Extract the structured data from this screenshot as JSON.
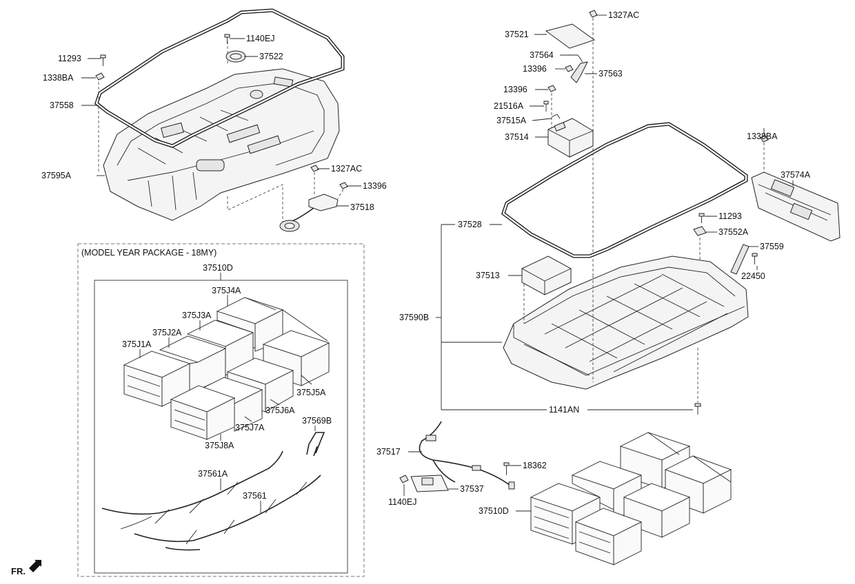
{
  "callouts": {
    "c11293_left": "11293",
    "c1338BA_left": "1338BA",
    "c37558": "37558",
    "c37595A": "37595A",
    "c1140EJ_top": "1140EJ",
    "c37522": "37522",
    "c1327AC_mid": "1327AC",
    "c13396_mid": "13396",
    "c37518": "37518",
    "c1327AC_top": "1327AC",
    "c37521": "37521",
    "c37564": "37564",
    "c13396_a": "13396",
    "c37563": "37563",
    "c13396_b": "13396",
    "c21516A": "21516A",
    "c37515A": "37515A",
    "c37514": "37514",
    "c1338BA_right": "1338BA",
    "c37574A": "37574A",
    "c37528": "37528",
    "c11293_right": "11293",
    "c37552A": "37552A",
    "c37559": "37559",
    "c22450": "22450",
    "c37513": "37513",
    "c37590B": "37590B",
    "c1141AN": "1141AN",
    "c37517": "37517",
    "c18362": "18362",
    "c1140EJ_bottom": "1140EJ",
    "c37537": "37537",
    "c37510D_bottom": "37510D"
  },
  "package_box": {
    "title": "(MODEL YEAR PACKAGE - 18MY)",
    "c37510D": "37510D",
    "c375J4A": "375J4A",
    "c375J3A": "375J3A",
    "c375J2A": "375J2A",
    "c375J1A": "375J1A",
    "c375J5A": "375J5A",
    "c375J6A": "375J6A",
    "c375J7A": "375J7A",
    "c375J8A": "375J8A",
    "c37569B": "37569B",
    "c37561A": "37561A",
    "c37561": "37561"
  },
  "orientation": {
    "label": "FR."
  }
}
